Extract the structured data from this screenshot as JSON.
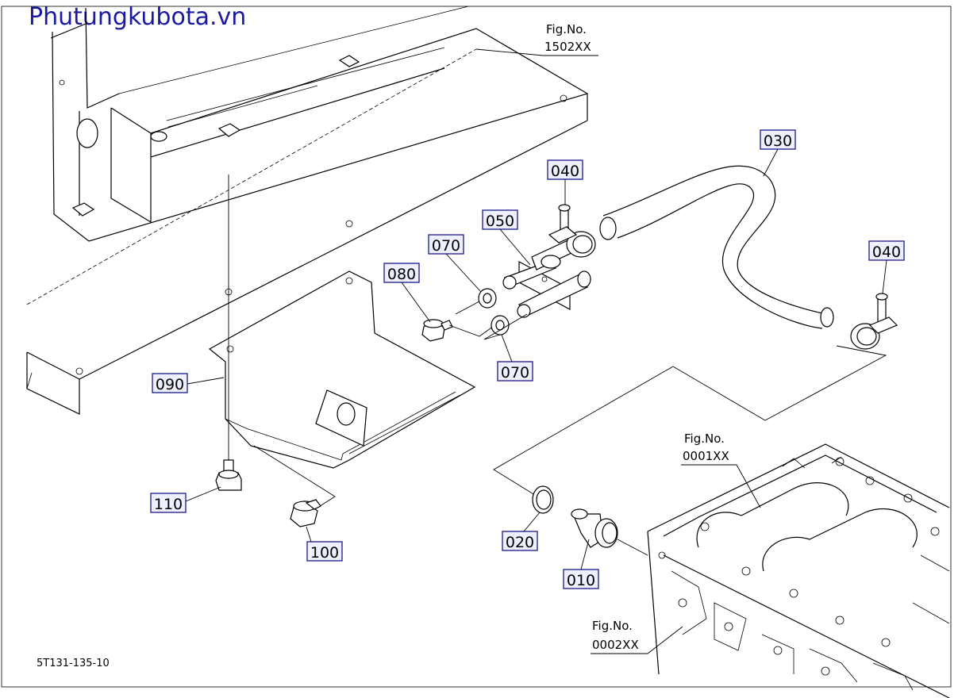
{
  "site_title": "Phutungkubota.vn",
  "reference_code": "5T131-135-10",
  "colors": {
    "title": "#1a1aa0",
    "callout_fill": "#eef0ff",
    "callout_border": "#1a1a8c"
  },
  "fig_refs": [
    {
      "line1": "Fig.No.",
      "line2": "1502XX"
    },
    {
      "line1": "Fig.No.",
      "line2": "0001XX"
    },
    {
      "line1": "Fig.No.",
      "line2": "0002XX"
    }
  ],
  "callouts": [
    "010",
    "020",
    "030",
    "040",
    "040",
    "050",
    "070",
    "070",
    "080",
    "090",
    "100",
    "110"
  ]
}
